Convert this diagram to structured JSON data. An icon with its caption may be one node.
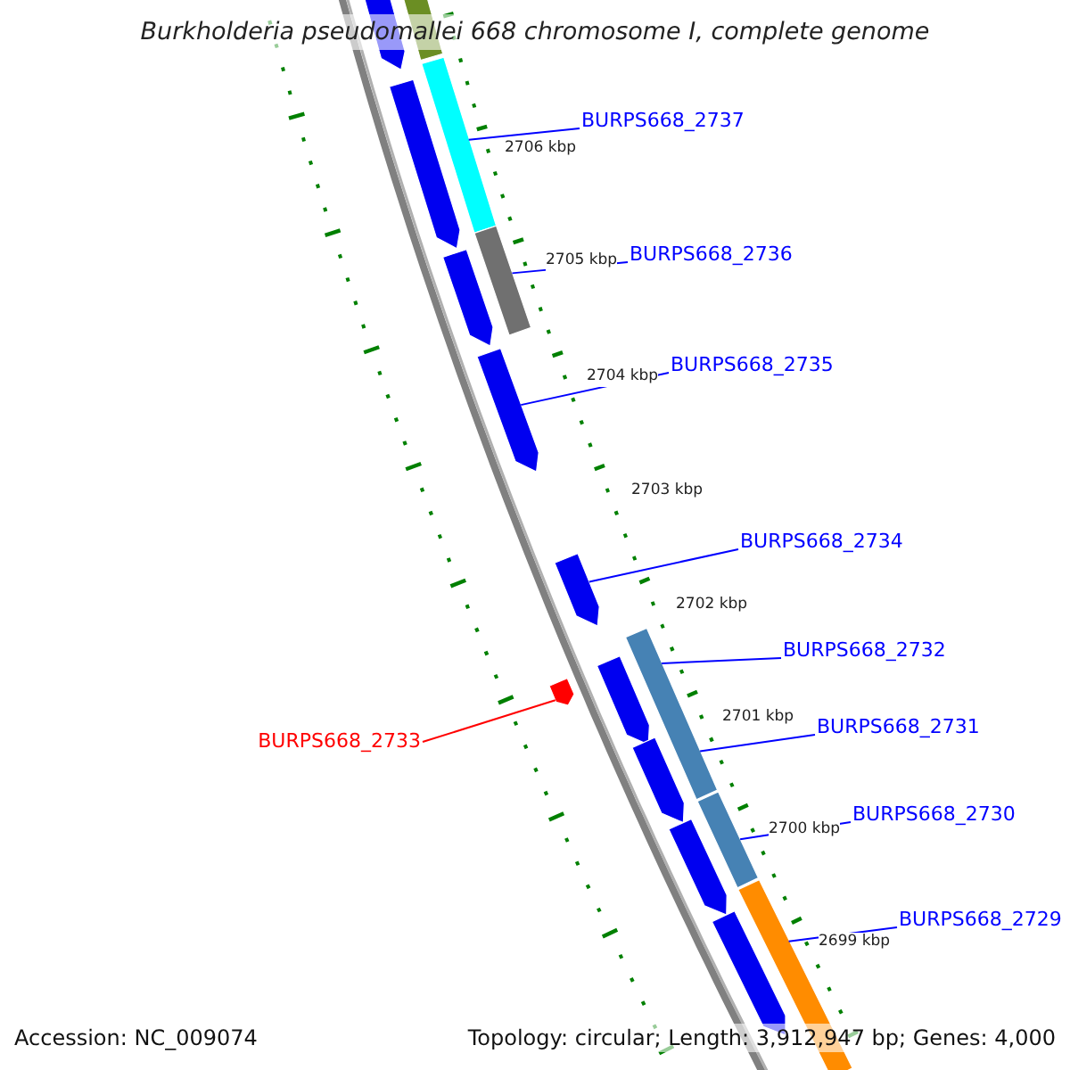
{
  "diagram": {
    "title": "Burkholderia pseudomallei 668 chromosome I, complete genome",
    "nodes": [
      {
        "text": [
          "BURPS668_2737"
        ]
      },
      {
        "text": [
          "BURPS668_2736"
        ]
      },
      {
        "text": [
          "BURPS668_2735"
        ]
      },
      {
        "text": [
          "BURPS668_2734"
        ]
      },
      {
        "text": [
          "BURPS668_2732"
        ]
      },
      {
        "text": [
          "BURPS668_2731"
        ]
      },
      {
        "text": [
          "BURPS668_2733"
        ]
      },
      {
        "text": [
          "BURPS668_2730"
        ]
      },
      {
        "text": [
          "BURPS668_2729"
        ]
      },
      {
        "text": [],
        "shape": "pentagon"
      },
      {
        "text": [],
        "shape": "pentagon"
      },
      {
        "text": [],
        "shape": "pentagon"
      },
      {
        "text": [],
        "shape": "pentagon"
      },
      {
        "text": [],
        "shape": "pentagon"
      },
      {
        "text": [],
        "shape": "pentagon"
      },
      {
        "text": [],
        "shape": "pentagon"
      },
      {
        "text": [],
        "shape": "pentagon"
      },
      {
        "text": [],
        "shape": "pentagon"
      },
      {
        "text": [],
        "shape": "pentagon"
      },
      {
        "text": [],
        "shape": "bar"
      },
      {
        "text": [],
        "shape": "bar"
      },
      {
        "text": [],
        "shape": "bar"
      },
      {
        "text": [],
        "shape": "bar"
      },
      {
        "text": [],
        "shape": "bar"
      },
      {
        "text": [],
        "shape": "bar"
      }
    ],
    "edges": [
      {
        "from": 0,
        "to": 20,
        "arrow": "none"
      },
      {
        "from": 1,
        "to": 21,
        "arrow": "none"
      },
      {
        "from": 2,
        "to": 13,
        "arrow": "none"
      },
      {
        "from": 3,
        "to": 14,
        "arrow": "none"
      },
      {
        "from": 4,
        "to": 22,
        "arrow": "none"
      },
      {
        "from": 5,
        "to": 22,
        "arrow": "none"
      },
      {
        "from": 6,
        "to": 9,
        "arrow": "none",
        "color": "#ff0000"
      },
      {
        "from": 7,
        "to": 23,
        "arrow": "none"
      },
      {
        "from": 8,
        "to": 24,
        "arrow": "none"
      }
    ],
    "labels": [
      "2706 kbp",
      "2705 kbp",
      "2704 kbp",
      "2703 kbp",
      "2702 kbp",
      "2701 kbp",
      "2700 kbp",
      "2699 kbp",
      "Accession: NC_009074",
      "Topology: circular; Length: 3,912,947 bp; Genes: 4,000"
    ]
  }
}
